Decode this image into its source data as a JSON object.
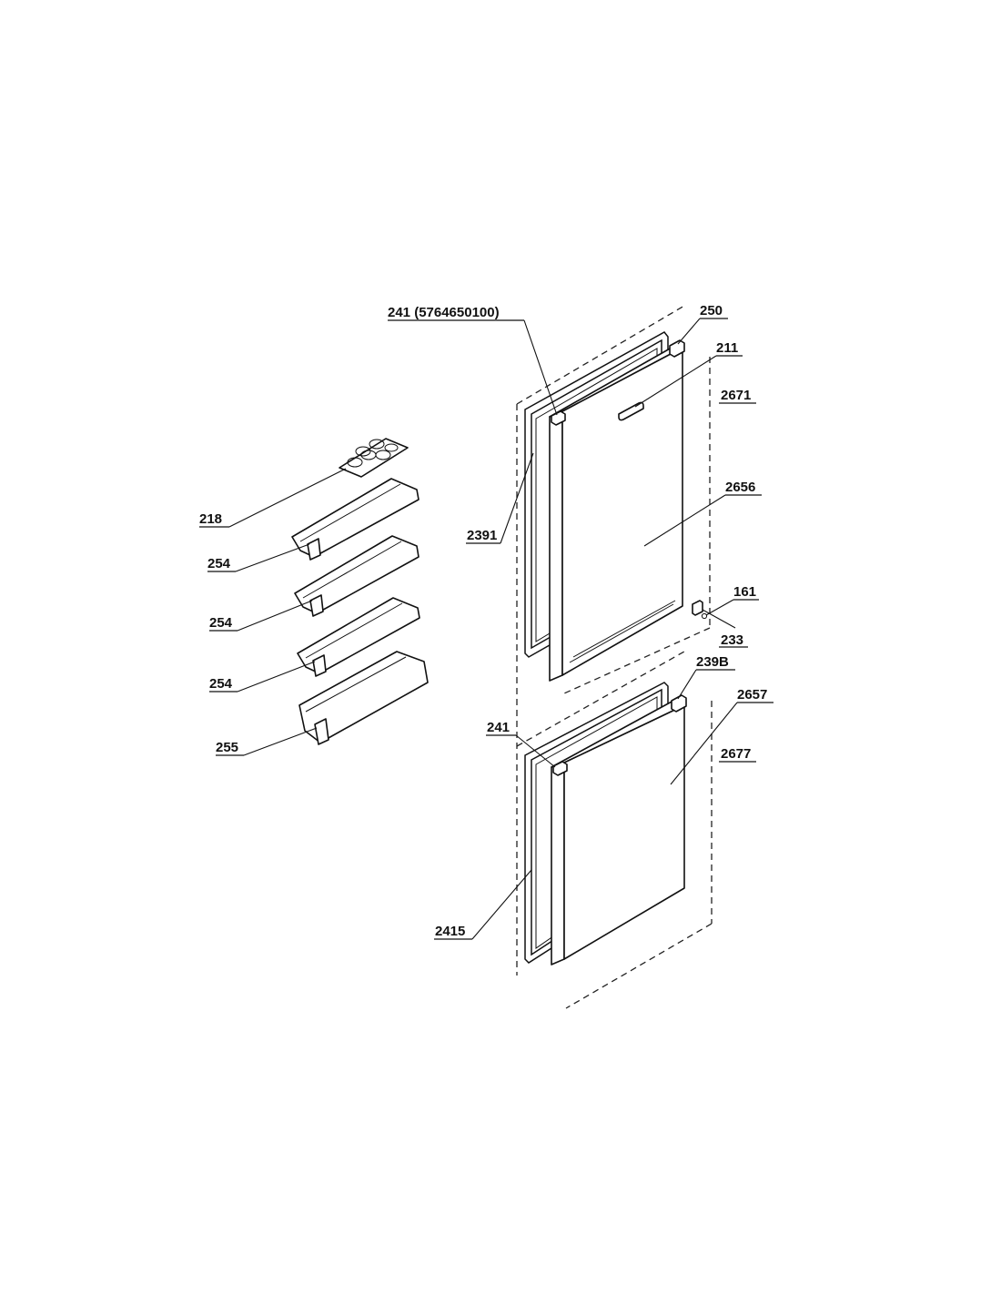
{
  "colors": {
    "line": "#111111",
    "background": "#ffffff"
  },
  "labels": {
    "p241_top": "241 (5764650100)",
    "p250": "250",
    "p211": "211",
    "p2671": "2671",
    "p2656": "2656",
    "p2391": "2391",
    "p218": "218",
    "p254_a": "254",
    "p254_b": "254",
    "p254_c": "254",
    "p255": "255",
    "p161": "161",
    "p233": "233",
    "p239B": "239B",
    "p2657": "2657",
    "p241_bottom": "241",
    "p2677": "2677",
    "p2415": "2415"
  }
}
